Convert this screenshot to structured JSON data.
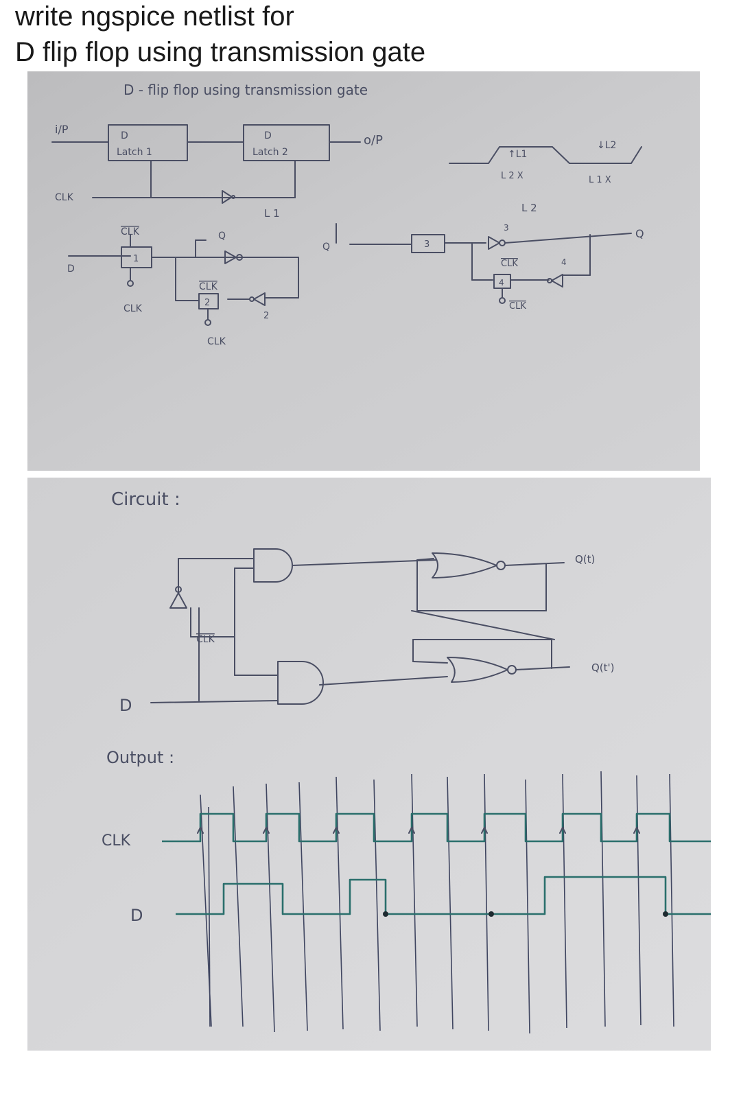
{
  "question": {
    "line1": "write ngspice netlist for",
    "line2": "D flip flop using transmission gate"
  },
  "photo1": {
    "heading": "D - flip flop using transmission gate",
    "ip": "i/P",
    "op": "o/P",
    "clk": "CLK",
    "d": "D",
    "latch1_d": "D",
    "latch1_name": "Latch 1",
    "latch2_d": "D",
    "latch2_name": "Latch 2",
    "l1": "L 1",
    "l2": "L 2",
    "up_l1": "↑L1",
    "down_l2": "↓L2",
    "l2x": "L 2 X",
    "l1x": "L 1 X",
    "clk_bar": "CLK",
    "box1": "1",
    "box2": "2",
    "box3": "3",
    "box4": "4",
    "q": "Q",
    "q_bar": "Q",
    "q_out": "Q",
    "num2": "2",
    "num3": "3",
    "num4": "4"
  },
  "photo2": {
    "circuit_label": "Circuit :",
    "clk_bar": "CLK",
    "d": "D",
    "qt": "Q(t)",
    "qt_prime": "Q(t')",
    "output_label": "Output :",
    "clk": "CLK",
    "d_wave": "D"
  },
  "colors": {
    "paper1": "#c7c7c9",
    "paper2": "#d4d4d6",
    "ink": "#4a4e63",
    "wave": "#2a6f6c"
  }
}
